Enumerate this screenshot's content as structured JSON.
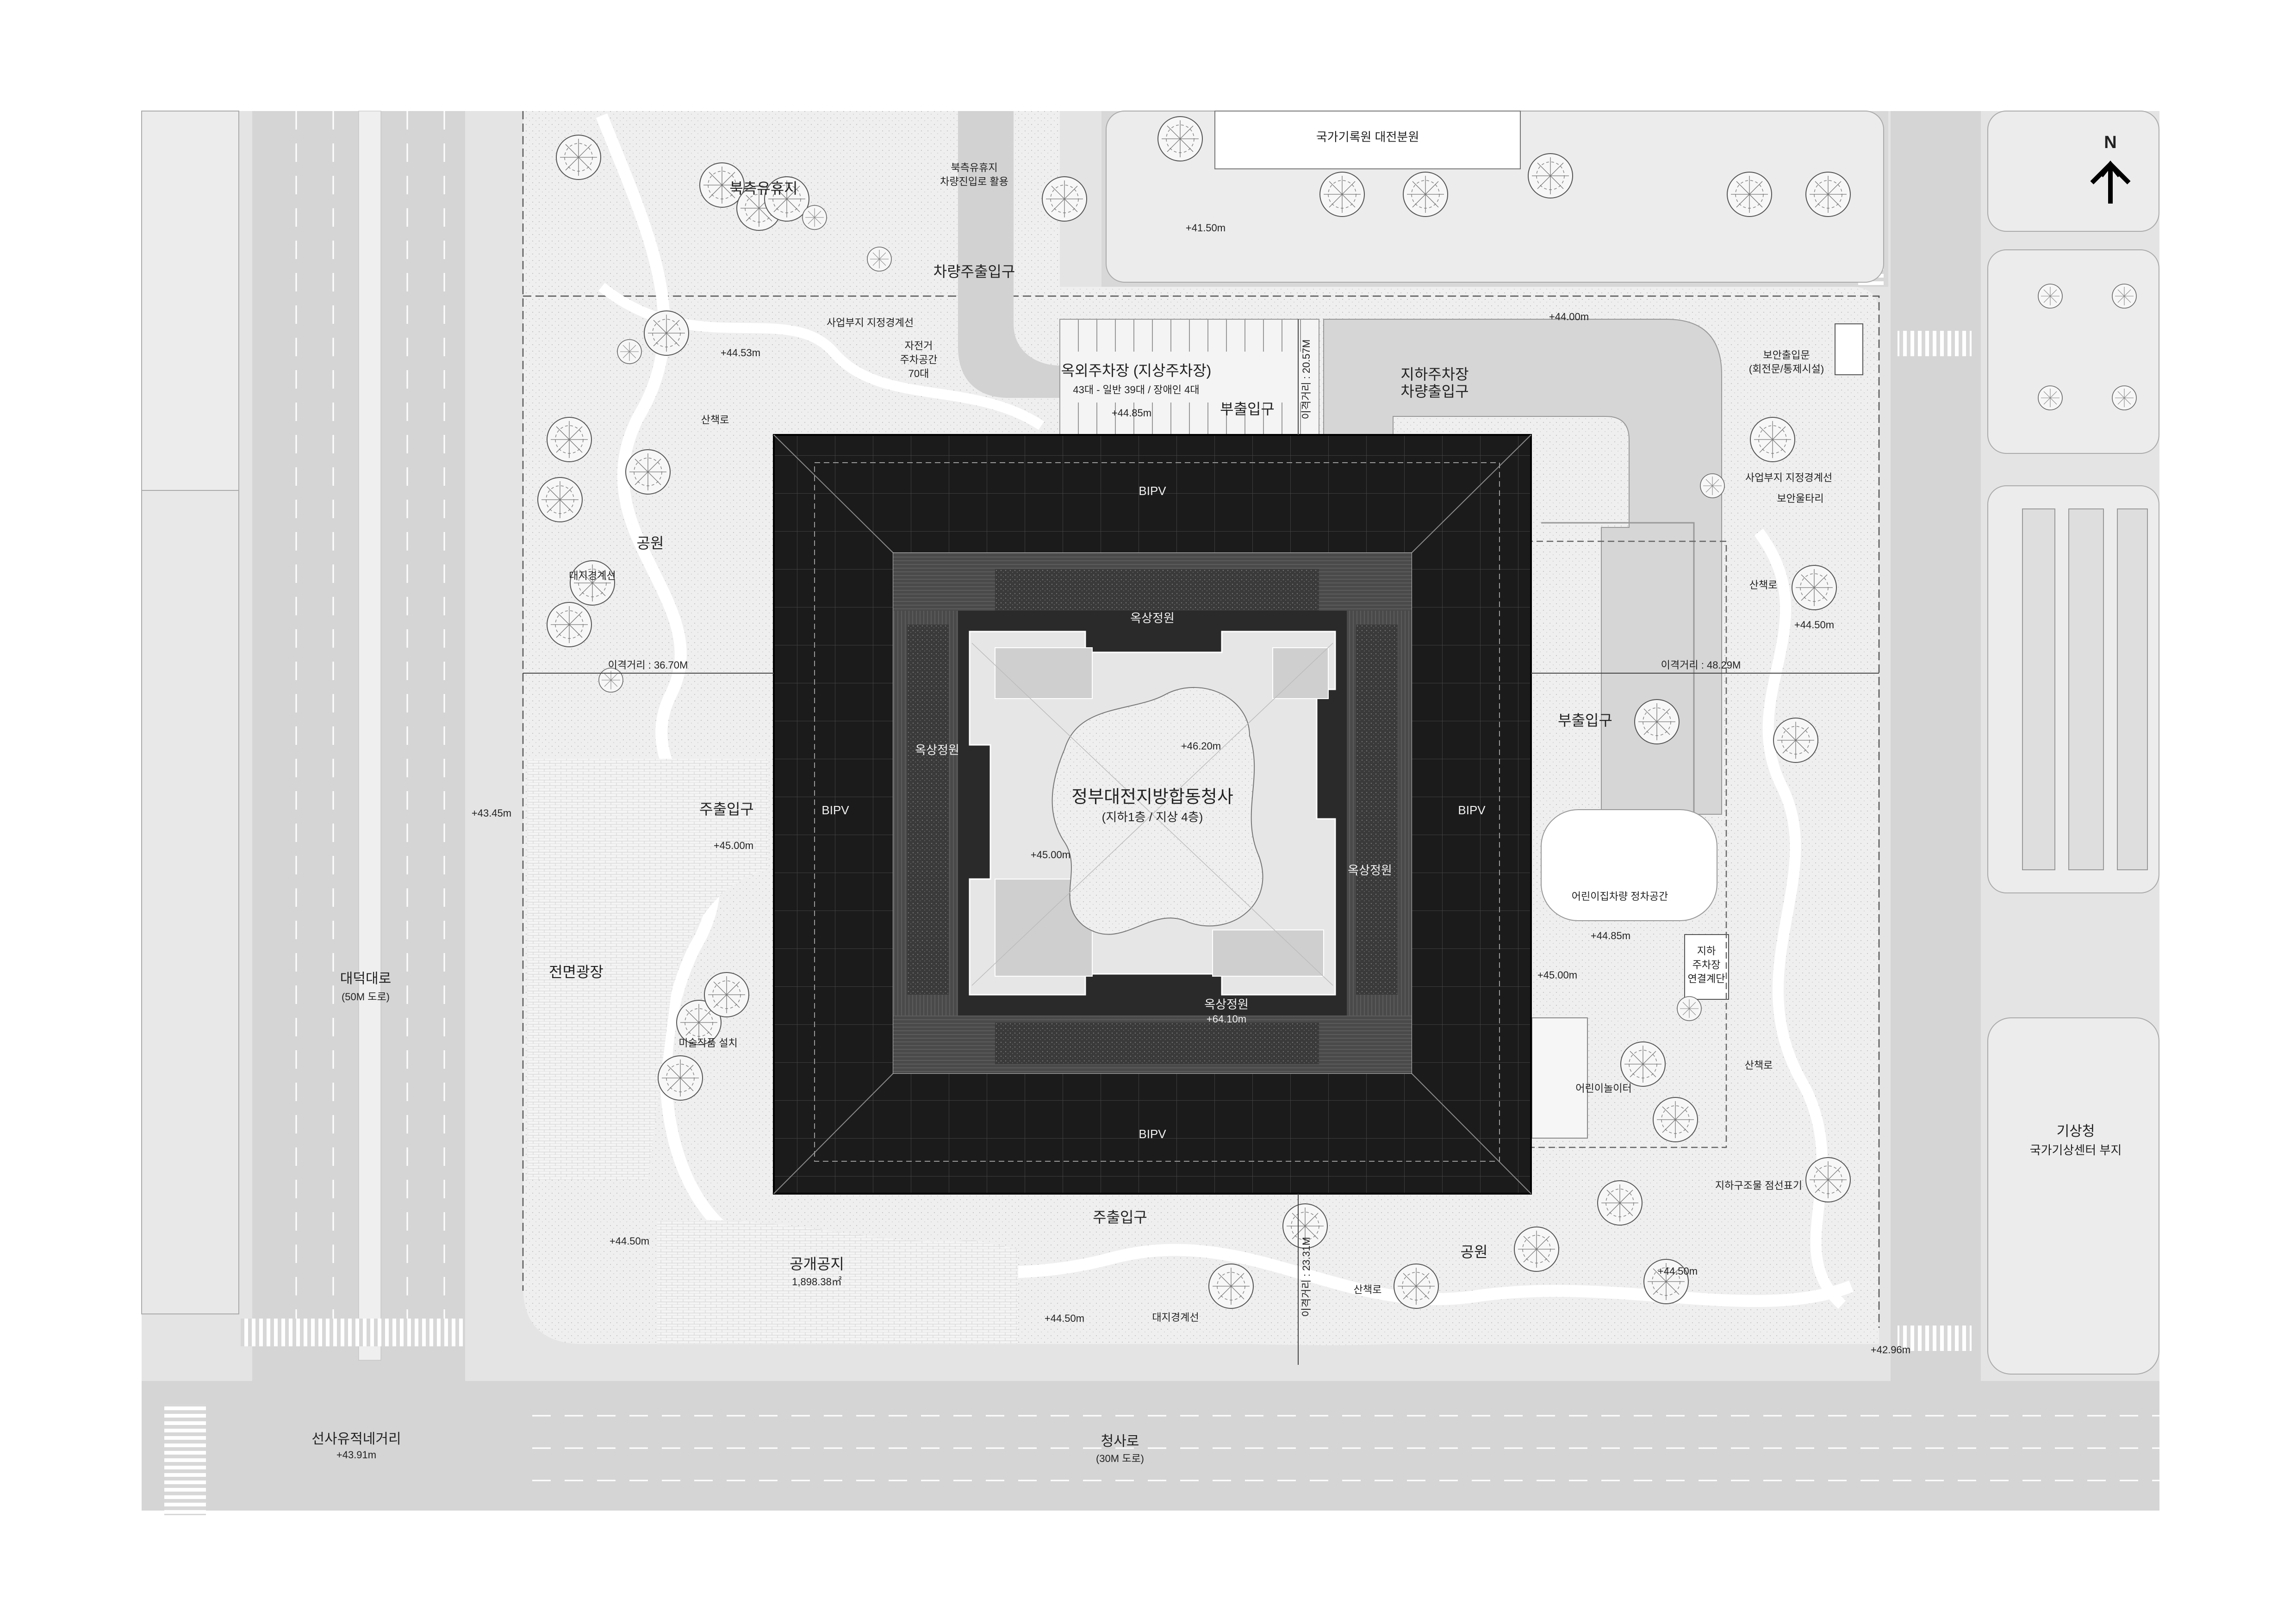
{
  "north": "N",
  "roads": {
    "daedeok": {
      "name": "대덕대로",
      "width": "(50M 도로)"
    },
    "cheongsa": {
      "name": "청사로",
      "width": "(30M 도로)"
    },
    "intersection": {
      "name": "선사유적네거리",
      "elev": "+43.91m"
    }
  },
  "neighbors": {
    "archives": "국가기록원 대전분원",
    "kma_line1": "기상청",
    "kma_line2": "국가기상센터 부지"
  },
  "building": {
    "name": "정부대전지방합동청사",
    "floors": "(지하1층 / 지상 4층)",
    "bipv": [
      "BIPV",
      "BIPV",
      "BIPV",
      "BIPV"
    ],
    "roof_gardens": [
      "옥상정원",
      "옥상정원",
      "옥상정원",
      "옥상정원"
    ],
    "roof_elev": "+64.10m",
    "court_elev": "+46.20m",
    "ground_elev": "+45.00m"
  },
  "labels": {
    "north_rest": "북측유휴지",
    "north_rest_note_1": "북측유휴지",
    "north_rest_note_2": "차량진입로 활용",
    "vehicle_entry": "차량주출입구",
    "site_boundary_designated": "사업부지 지정경계선",
    "bicycle_1": "자전거",
    "bicycle_2": "주차공간",
    "bicycle_3": "70대",
    "outdoor_parking": "옥외주차장 (지상주차장)",
    "outdoor_parking_count": "43대 - 일반 39대 / 장애인 4대",
    "underground_parking_1": "지하주차장",
    "underground_parking_2": "차량출입구",
    "sub_entrance_n": "부출입구",
    "sub_entrance_e": "부출입구",
    "security_1": "보안출입문",
    "security_2": "(회전문/통제시설)",
    "site_boundary_designated_e": "사업부지 지정경계선",
    "security_fence": "보안울타리",
    "walkway_ne": "산책로",
    "walkway_nw": "산책로",
    "walkway_e": "산책로",
    "walkway_s": "산책로",
    "park_w": "공원",
    "park_s": "공원",
    "site_boundary_w": "대지경계선",
    "site_boundary_s": "대지경계선",
    "distance_w": "이격거리 : 36.70M",
    "distance_e": "이격거리 : 48.29M",
    "distance_n": "이격거리 : 20.57M",
    "distance_s": "이격거리 : 23.31M",
    "main_entrance_w": "주출입구",
    "main_entrance_s": "주출입구",
    "front_plaza": "전면광장",
    "artwork": "미술작품 설치",
    "kids_parking": "어린이집차량 정차공간",
    "ug_stair_1": "지하",
    "ug_stair_2": "주차장",
    "ug_stair_3": "연결계단",
    "playground": "어린이놀이터",
    "ug_marker": "지하구조물 점선표기",
    "open_space": "공개공지",
    "open_space_area": "1,898.38㎡"
  },
  "elevations": {
    "e4150": "+41.50m",
    "e4400": "+44.00m",
    "e4453": "+44.53m",
    "e4485a": "+44.85m",
    "e4485b": "+44.85m",
    "e4345": "+43.45m",
    "e4500w": "+45.00m",
    "e4500e": "+45.00m",
    "e4450nw": "+44.50m",
    "e4450sw": "+44.50m",
    "e4450e": "+44.50m",
    "e4450se": "+44.50m",
    "e4296": "+42.96m"
  }
}
